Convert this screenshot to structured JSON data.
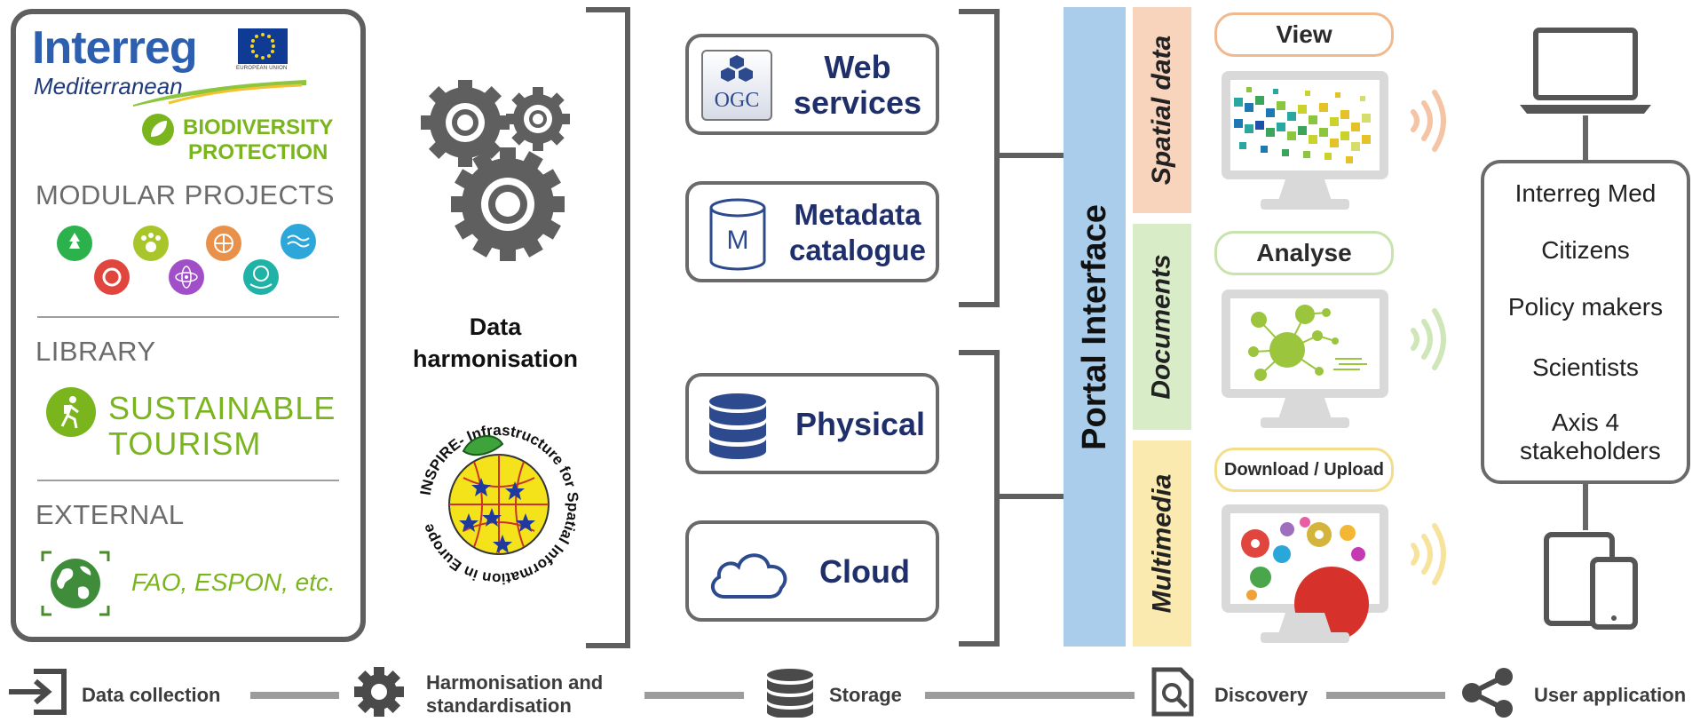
{
  "left_panel": {
    "logo": {
      "brand": "Interreg",
      "sub": "Mediterranean",
      "eu": "EUROPEAN UNION",
      "project": [
        "BIODIVERSITY",
        "PROTECTION"
      ]
    },
    "modular_title": "MODULAR PROJECTS",
    "modular_icons": [
      {
        "name": "leaf-icon",
        "color": "#2bb24c"
      },
      {
        "name": "paw-icon",
        "color": "#a8c52a"
      },
      {
        "name": "globe-grid-icon",
        "color": "#e9914b"
      },
      {
        "name": "waves-icon",
        "color": "#2da7d9"
      },
      {
        "name": "recycle-icon",
        "color": "#e0463e"
      },
      {
        "name": "atom-icon",
        "color": "#a14fc8"
      },
      {
        "name": "world-hands-icon",
        "color": "#1eb3a6"
      }
    ],
    "library_title": "LIBRARY",
    "library_item": [
      "SUSTAINABLE",
      "TOURISM"
    ],
    "external_title": "EXTERNAL",
    "external_item": "FAO, ESPON, etc."
  },
  "harmonisation": {
    "label": [
      "Data",
      "harmonisation"
    ],
    "inspire": {
      "top": "INSPIRE- Infrastructure for Spatial Information in Europe"
    }
  },
  "services": [
    {
      "label": [
        "Web",
        "services"
      ],
      "icon": "ogc-logo-icon",
      "icon_text": "OGC"
    },
    {
      "label": [
        "Metadata",
        "catalogue"
      ],
      "icon": "cylinder-m-icon",
      "icon_text": "M"
    },
    {
      "label": [
        "Physical"
      ],
      "icon": "database-icon"
    },
    {
      "label": [
        "Cloud"
      ],
      "icon": "cloud-icon"
    }
  ],
  "portal": {
    "title": "Portal Interface",
    "color": "#a9cdea",
    "sections": [
      {
        "label": "Spatial data",
        "color": "#f9d4bd",
        "action": "View",
        "pill_border": "#f0b98f",
        "wave_color": "#f5c4a4"
      },
      {
        "label": "Documents",
        "color": "#d8ecc7",
        "action": "Analyse",
        "pill_border": "#c8e3ad",
        "wave_color": "#cfe6b8"
      },
      {
        "label": "Multimedia",
        "color": "#fbeab0",
        "action": "Download / Upload",
        "pill_border": "#f3dd8c",
        "wave_color": "#f7e39c"
      }
    ]
  },
  "users": {
    "items": [
      "Interreg Med",
      "Citizens",
      "Policy makers",
      "Scientists",
      "Axis 4 stakeholders"
    ]
  },
  "pipeline": [
    {
      "label": "Data collection",
      "icon": "login-arrow-icon"
    },
    {
      "label": "Harmonisation and standardisation",
      "icon": "gear-icon"
    },
    {
      "label": "Storage",
      "icon": "database-icon"
    },
    {
      "label": "Discovery",
      "icon": "document-search-icon"
    },
    {
      "label": "User application",
      "icon": "share-icon"
    }
  ]
}
